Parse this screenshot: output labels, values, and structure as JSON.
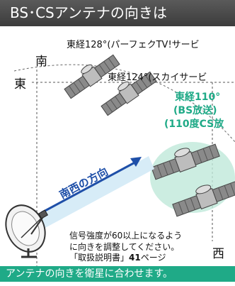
{
  "title": "BS･CSアンテナの向きは",
  "compass": {
    "north": "南",
    "east": "東",
    "west": "西"
  },
  "satellites": [
    {
      "label": "東経128°(パーフェクTV!サービ"
    },
    {
      "label": "東経124°(スカイサービ"
    },
    {
      "lines": [
        "東経110°",
        "(BS放送)",
        "(110度CS放"
      ]
    }
  ],
  "direction_label": "南西の方向",
  "note": {
    "line1": "信号強度が60以上になるよう",
    "line2": "に向きを調整してください。",
    "line3_prefix": "「取扱説明書」",
    "line3_bold": "41",
    "line3_suffix": "ページ"
  },
  "bottom_banner": "アンテナの向きを衛星に合わせます。",
  "colors": {
    "title_bg": "#4a4a4a",
    "accent_green": "#1faa87",
    "direction_blue": "#1e4fa8"
  }
}
